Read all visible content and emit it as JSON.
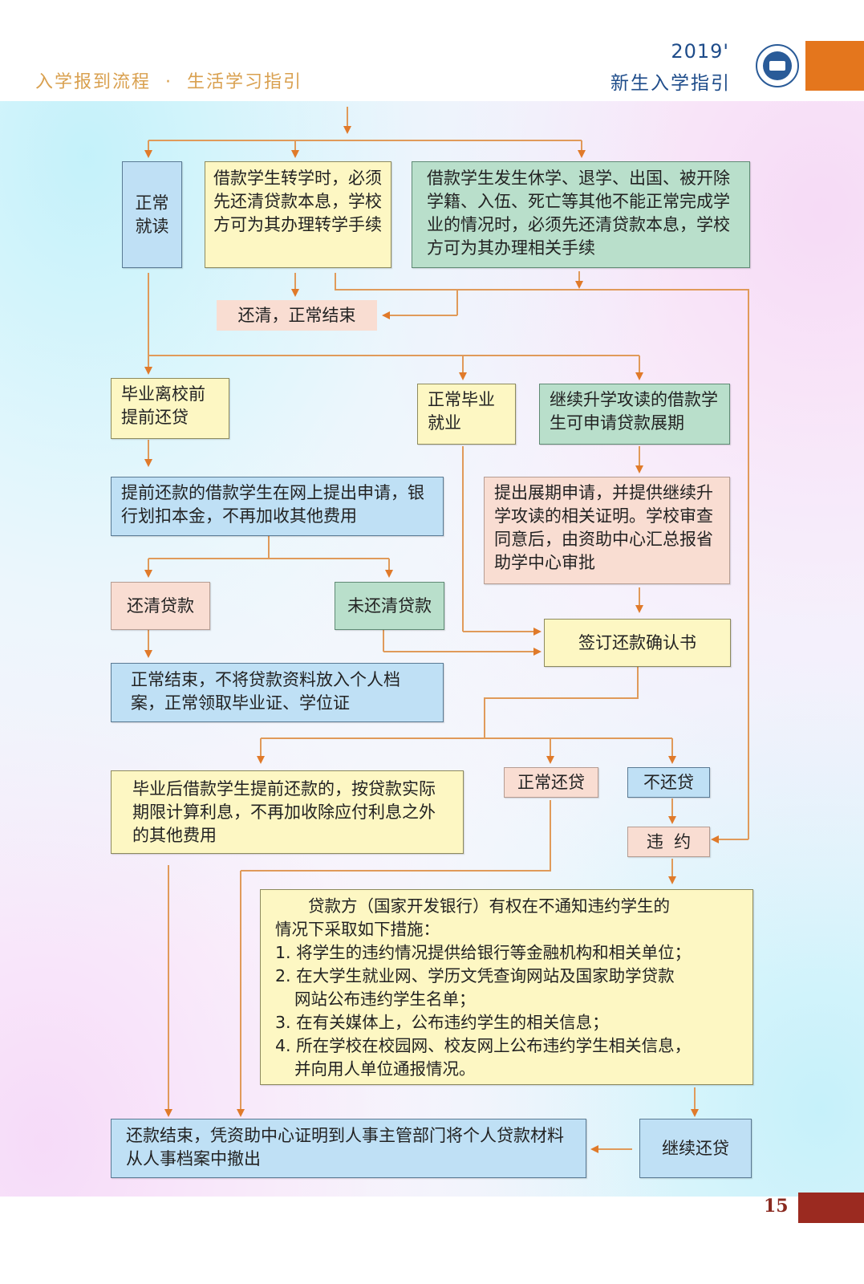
{
  "header": {
    "breadcrumb": [
      "入学报到流程",
      "·",
      "生活学习指引"
    ],
    "year": "2019'",
    "guide_title": "新生入学指引",
    "logo_icon": "university-seal-icon",
    "accent_color": "#e4761d"
  },
  "flowchart": {
    "line_color": "#e07a2a",
    "nodes": {
      "normal_study": "正常\n就读",
      "transfer": "借款学生转学时，必须先还清贷款本息，学校方可为其办理转学手续",
      "withdraw": "借款学生发生休学、退学、出国、被开除学籍、入伍、死亡等其他不能正常完成学业的情况时，必须先还清贷款本息，学校方可为其办理相关手续",
      "repaid_end": "还清，正常结束",
      "prepay_before_graduation": "毕业离校前\n提前还贷",
      "normal_graduation": "正常毕业\n就业",
      "further_study": "继续升学攻读的借款学生可申请贷款展期",
      "prepay_online": "提前还款的借款学生在网上提出申请，银行划扣本金，不再加收其他费用",
      "extension_request": "提出展期申请，并提供继续升学攻读的相关证明。学校审查同意后，由资助中心汇总报省助学中心审批",
      "loan_cleared": "还清贷款",
      "loan_not_cleared": "未还清贷款",
      "sign_confirmation": "签订还款确认书",
      "normal_end_no_file": "正常结束，不将贷款资料放入个人档案，正常领取毕业证、学位证",
      "post_grad_prepay": "毕业后借款学生提前还款的，按贷款实际期限计算利息，不再加收除应付利息之外的其他费用",
      "normal_repay": "正常还贷",
      "no_repay": "不还贷",
      "default": "违  约",
      "measures": {
        "intro_1": "贷款方（国家开发银行）有权在不通知违约学生的",
        "intro_2": "情况下采取如下措施：",
        "item1": "1. 将学生的违约情况提供给银行等金融机构和相关单位；",
        "item2a": "2. 在大学生就业网、学历文凭查询网站及国家助学贷款",
        "item2b": "网站公布违约学生名单；",
        "item3": "3. 在有关媒体上，公布违约学生的相关信息；",
        "item4a": "4. 所在学校在校园网、校友网上公布违约学生相关信息，",
        "item4b": "并向用人单位通报情况。"
      },
      "repayment_complete": "还款结束，凭资助中心证明到人事主管部门将个人贷款材料从人事档案中撤出",
      "continue_repay": "继续还贷"
    }
  },
  "footer": {
    "page_number": "15",
    "accent_color": "#9b2a20"
  }
}
